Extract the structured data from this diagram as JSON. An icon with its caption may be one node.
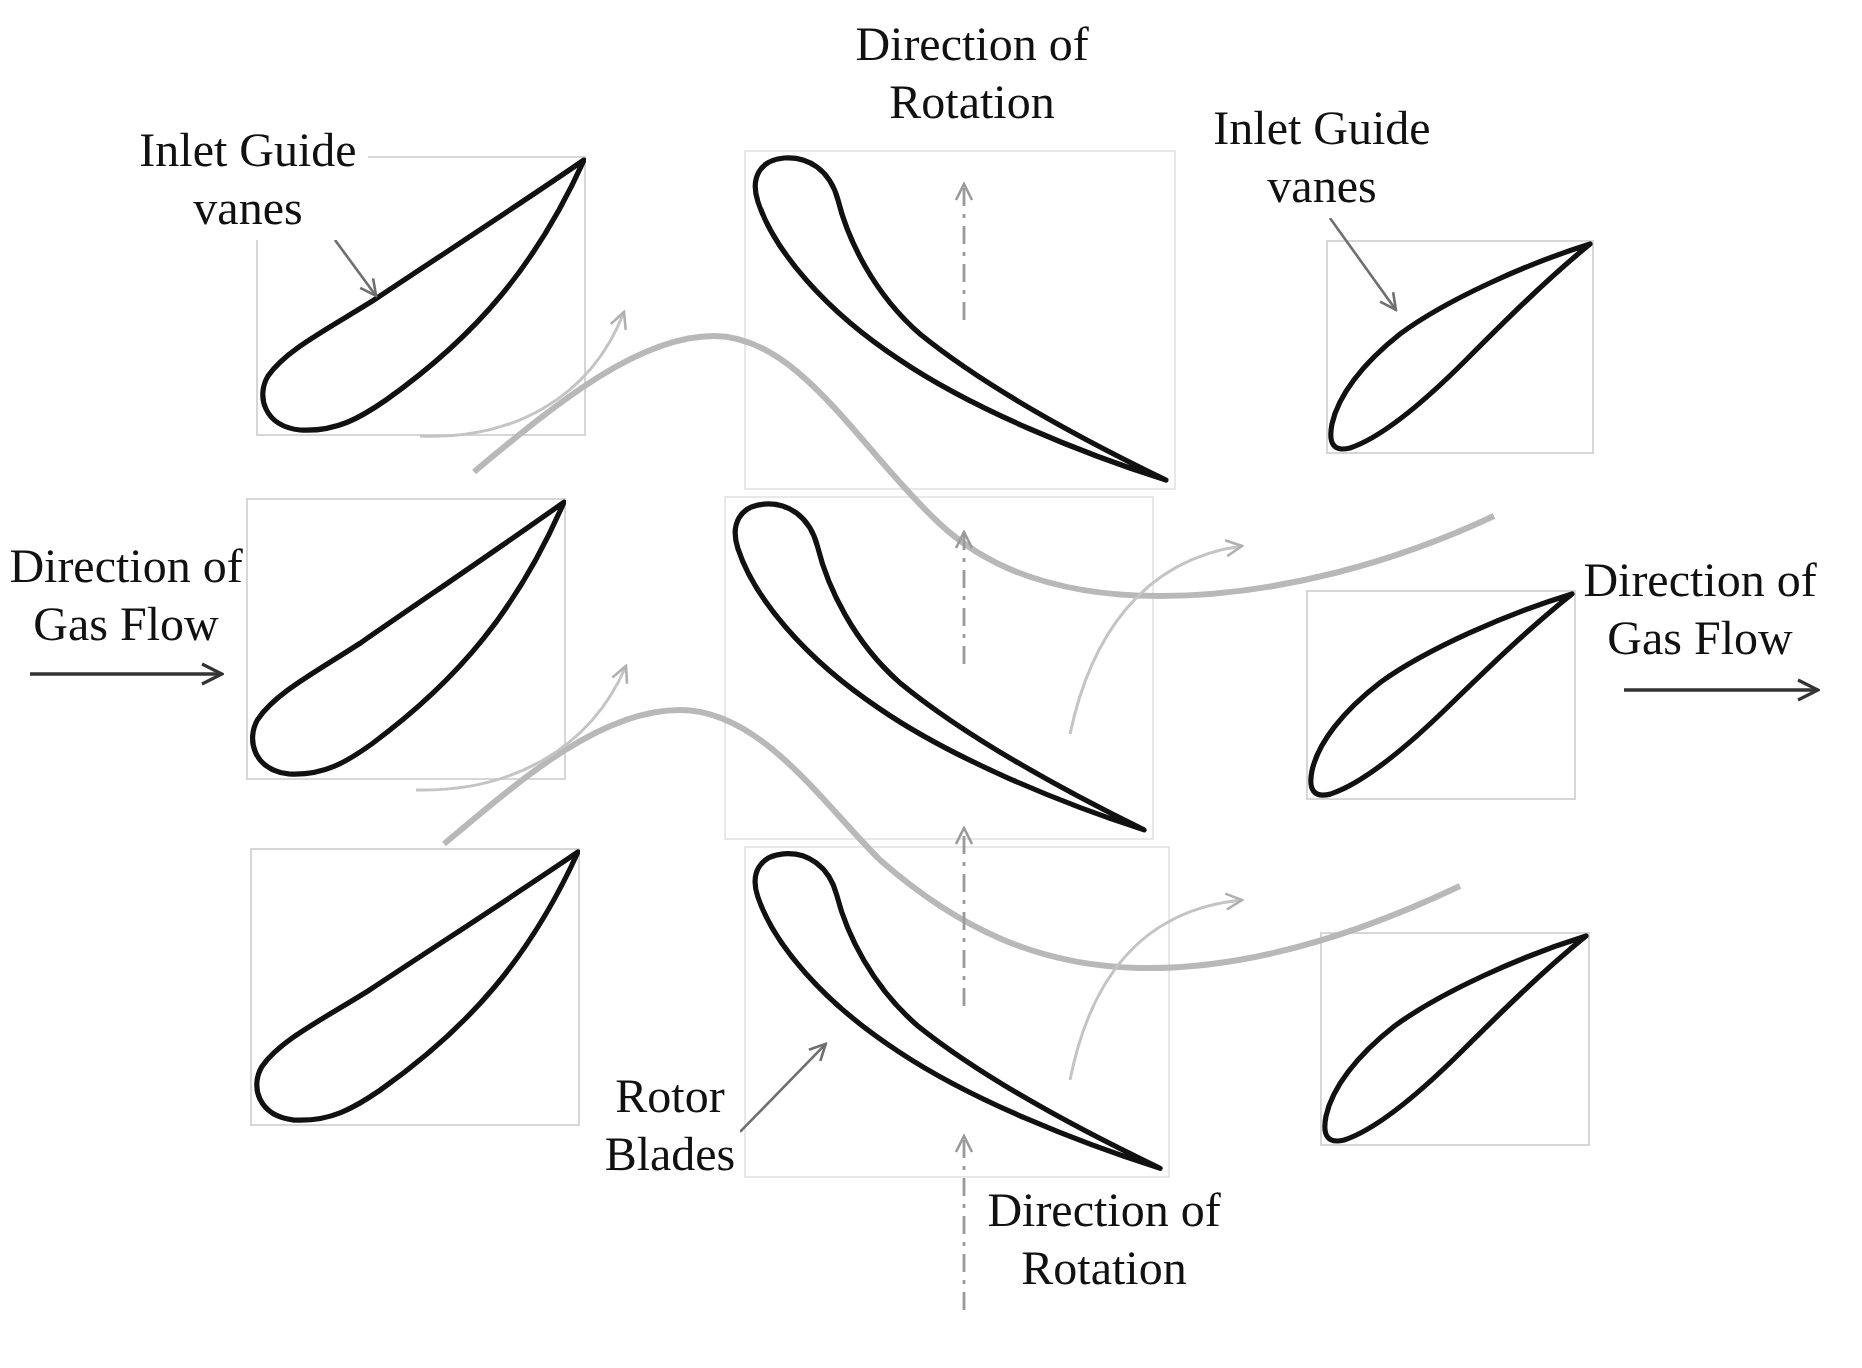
{
  "diagram": {
    "nodes": [
      {
        "text": [
          "Inlet Guide vanes"
        ]
      },
      {
        "text": [
          "Direction of Rotation"
        ]
      },
      {
        "text": [
          "Inlet Guide vanes"
        ]
      },
      {
        "text": [],
        "shape": "blade"
      },
      {
        "text": [],
        "shape": "blade"
      },
      {
        "text": [],
        "shape": "blade"
      },
      {
        "text": [
          "Direction of Gas Flow"
        ]
      },
      {
        "text": [],
        "shape": "blade"
      },
      {
        "text": [],
        "shape": "blade"
      },
      {
        "text": [],
        "shape": "blade"
      },
      {
        "text": [
          "Direction of Gas Flow"
        ]
      },
      {
        "text": [],
        "shape": "blade"
      },
      {
        "text": [],
        "shape": "blade"
      },
      {
        "text": [],
        "shape": "blade"
      },
      {
        "text": [
          "Rotor Blades"
        ]
      },
      {
        "text": [
          "Direction of Rotation"
        ]
      }
    ],
    "edges": [
      {
        "from": 0,
        "to": 3,
        "arrow": "to"
      },
      {
        "from": 2,
        "to": 5,
        "arrow": "to"
      },
      {
        "from": 14,
        "to": 12,
        "arrow": "to"
      }
    ]
  }
}
